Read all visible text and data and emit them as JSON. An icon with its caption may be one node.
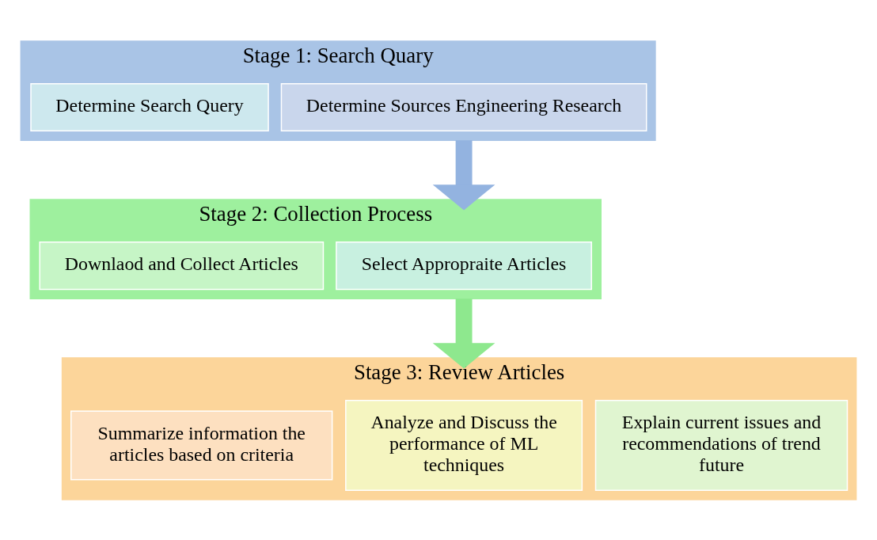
{
  "diagram": {
    "nodes": [
      {
        "text": [
          "Stage 1: Search Quary"
        ]
      },
      {
        "text": [
          "Determine Search Query"
        ],
        "in": 0
      },
      {
        "text": [
          "Determine Sources Engineering Research"
        ],
        "in": 0
      },
      {
        "text": [
          "Stage 2: Collection Process"
        ]
      },
      {
        "text": [
          "Downlaod and Collect Articles"
        ],
        "in": 3
      },
      {
        "text": [
          "Select Appropraite Articles"
        ],
        "in": 3
      },
      {
        "text": [
          "Stage 3: Review Articles"
        ]
      },
      {
        "text": [
          "Summarize information the articles based on criteria"
        ],
        "in": 6
      },
      {
        "text": [
          "Analyze and Discuss the performance of ML techniques"
        ],
        "in": 6
      },
      {
        "text": [
          "Explain current issues and recommendations of trend future"
        ],
        "in": 6
      }
    ],
    "edges": [
      {
        "from": 0,
        "to": 3,
        "arrow": "to",
        "color": "#93b3e0"
      },
      {
        "from": 3,
        "to": 6,
        "arrow": "to",
        "color": "#8ee88e"
      }
    ]
  }
}
